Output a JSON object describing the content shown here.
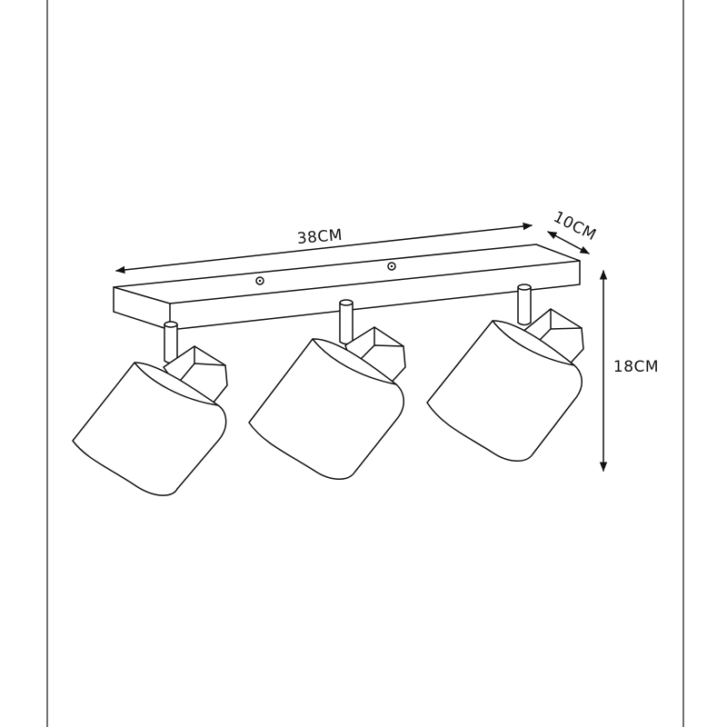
{
  "diagram": {
    "dimensions": {
      "width": "38CM",
      "depth": "10CM",
      "height": "18CM"
    },
    "spot_count": 3,
    "line_color": "#111111",
    "background_color": "#ffffff"
  }
}
